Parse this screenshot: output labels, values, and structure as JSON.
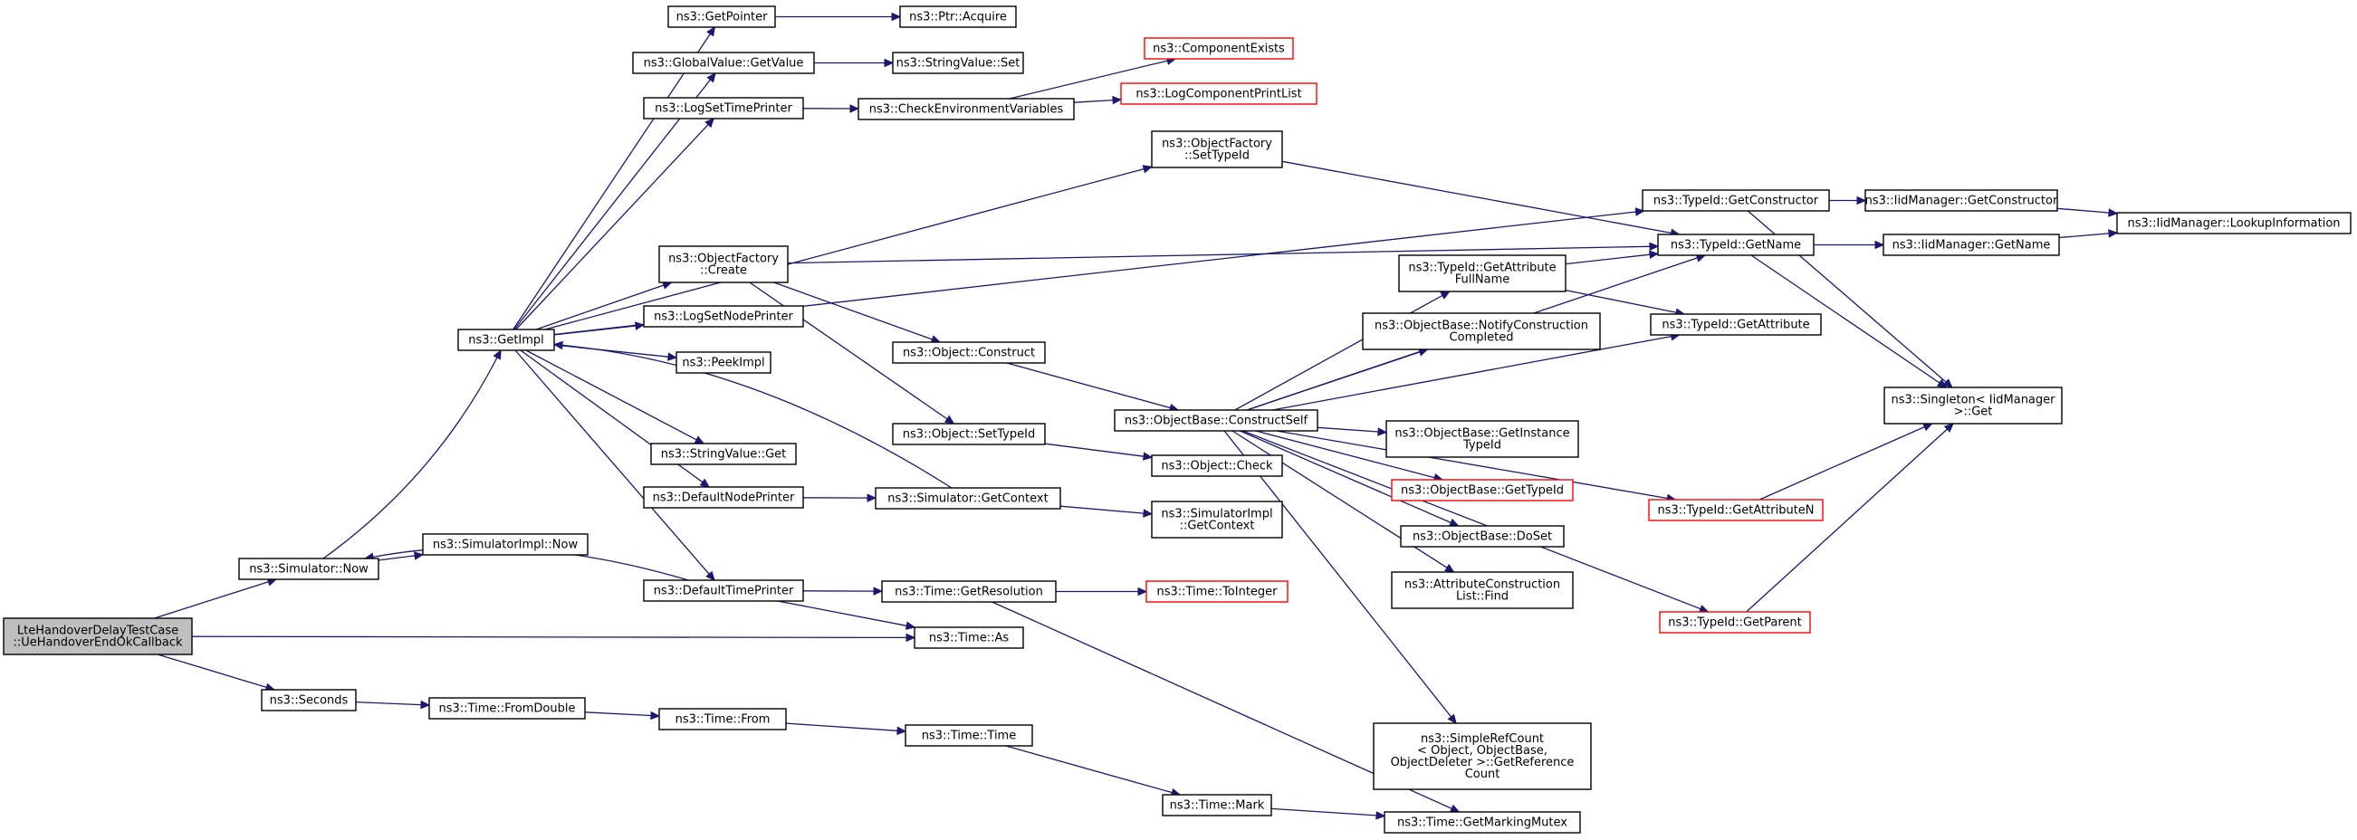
{
  "colors": {
    "edge": "#191970",
    "box_border": "#000000",
    "box_border_missing": "#ff0000",
    "root_fill": "#bfbfbf",
    "box_fill": "#ffffff"
  },
  "nodes": [
    {
      "id": "root",
      "lines": [
        "LteHandoverDelayTestCase",
        "::UeHandoverEndOkCallback"
      ],
      "root": true
    },
    {
      "id": "simnow",
      "lines": [
        "ns3::Simulator::Now"
      ]
    },
    {
      "id": "seconds",
      "lines": [
        "ns3::Seconds"
      ]
    },
    {
      "id": "getimpl",
      "lines": [
        "ns3::GetImpl"
      ]
    },
    {
      "id": "simimplnow",
      "lines": [
        "ns3::SimulatorImpl::Now"
      ]
    },
    {
      "id": "fromdouble",
      "lines": [
        "ns3::Time::FromDouble"
      ]
    },
    {
      "id": "getpointer",
      "lines": [
        "ns3::GetPointer"
      ]
    },
    {
      "id": "gvgetvalue",
      "lines": [
        "ns3::GlobalValue::GetValue"
      ]
    },
    {
      "id": "logsettimeprinter",
      "lines": [
        "ns3::LogSetTimePrinter"
      ]
    },
    {
      "id": "ofcreate",
      "lines": [
        "ns3::ObjectFactory",
        "::Create"
      ]
    },
    {
      "id": "logsetnodeprinter",
      "lines": [
        "ns3::LogSetNodePrinter"
      ]
    },
    {
      "id": "peekimpl",
      "lines": [
        "ns3::PeekImpl"
      ]
    },
    {
      "id": "strvalget",
      "lines": [
        "ns3::StringValue::Get"
      ]
    },
    {
      "id": "defnodeprinter",
      "lines": [
        "ns3::DefaultNodePrinter"
      ]
    },
    {
      "id": "deftimeprinter",
      "lines": [
        "ns3::DefaultTimePrinter"
      ]
    },
    {
      "id": "timefrom",
      "lines": [
        "ns3::Time::From"
      ]
    },
    {
      "id": "ptracquire",
      "lines": [
        "ns3::Ptr::Acquire"
      ]
    },
    {
      "id": "strvalset",
      "lines": [
        "ns3::StringValue::Set"
      ]
    },
    {
      "id": "checkenv",
      "lines": [
        "ns3::CheckEnvironmentVariables"
      ]
    },
    {
      "id": "objconstruct",
      "lines": [
        "ns3::Object::Construct"
      ]
    },
    {
      "id": "objsettypeid",
      "lines": [
        "ns3::Object::SetTypeId"
      ]
    },
    {
      "id": "simgetcontext",
      "lines": [
        "ns3::Simulator::GetContext"
      ]
    },
    {
      "id": "timegetres",
      "lines": [
        "ns3::Time::GetResolution"
      ]
    },
    {
      "id": "timeas",
      "lines": [
        "ns3::Time::As"
      ]
    },
    {
      "id": "timetime",
      "lines": [
        "ns3::Time::Time"
      ]
    },
    {
      "id": "componentexists",
      "lines": [
        "ns3::ComponentExists"
      ],
      "missing": true
    },
    {
      "id": "logcompprint",
      "lines": [
        "ns3::LogComponentPrintList"
      ],
      "missing": true
    },
    {
      "id": "ofsettypeid",
      "lines": [
        "ns3::ObjectFactory",
        "::SetTypeId"
      ]
    },
    {
      "id": "constructself",
      "lines": [
        "ns3::ObjectBase::ConstructSelf"
      ]
    },
    {
      "id": "objcheck",
      "lines": [
        "ns3::Object::Check"
      ]
    },
    {
      "id": "simimplgetctx",
      "lines": [
        "ns3::SimulatorImpl",
        "::GetContext"
      ]
    },
    {
      "id": "timetoint",
      "lines": [
        "ns3::Time::ToInteger"
      ],
      "missing": true
    },
    {
      "id": "timemark",
      "lines": [
        "ns3::Time::Mark"
      ]
    },
    {
      "id": "tidgetattrfull",
      "lines": [
        "ns3::TypeId::GetAttribute",
        "FullName"
      ]
    },
    {
      "id": "notifyconstr",
      "lines": [
        "ns3::ObjectBase::NotifyConstruction",
        "Completed"
      ]
    },
    {
      "id": "getinsttypeid",
      "lines": [
        "ns3::ObjectBase::GetInstance",
        "TypeId"
      ]
    },
    {
      "id": "obgettypeid",
      "lines": [
        "ns3::ObjectBase::GetTypeId"
      ],
      "missing": true
    },
    {
      "id": "doset",
      "lines": [
        "ns3::ObjectBase::DoSet"
      ]
    },
    {
      "id": "attrconstrfind",
      "lines": [
        "ns3::AttributeConstruction",
        "List::Find"
      ]
    },
    {
      "id": "simplerefcount",
      "lines": [
        "ns3::SimpleRefCount",
        "< Object, ObjectBase,",
        " ObjectDeleter >::GetReference",
        "Count"
      ]
    },
    {
      "id": "getmarkingmutex",
      "lines": [
        "ns3::Time::GetMarkingMutex"
      ]
    },
    {
      "id": "tidgetconstructor",
      "lines": [
        "ns3::TypeId::GetConstructor"
      ]
    },
    {
      "id": "tidgetname",
      "lines": [
        "ns3::TypeId::GetName"
      ]
    },
    {
      "id": "tidgetattr",
      "lines": [
        "ns3::TypeId::GetAttribute"
      ]
    },
    {
      "id": "tidgetattrn",
      "lines": [
        "ns3::TypeId::GetAttributeN"
      ],
      "missing": true
    },
    {
      "id": "tidgetparent",
      "lines": [
        "ns3::TypeId::GetParent"
      ],
      "missing": true
    },
    {
      "id": "iidgetconstructor",
      "lines": [
        "ns3::IidManager::GetConstructor"
      ]
    },
    {
      "id": "iidgetname",
      "lines": [
        "ns3::IidManager::GetName"
      ]
    },
    {
      "id": "singletonget",
      "lines": [
        "ns3::Singleton< IidManager",
        " >::Get"
      ]
    },
    {
      "id": "iidlookup",
      "lines": [
        "ns3::IidManager::LookupInformation"
      ]
    }
  ]
}
